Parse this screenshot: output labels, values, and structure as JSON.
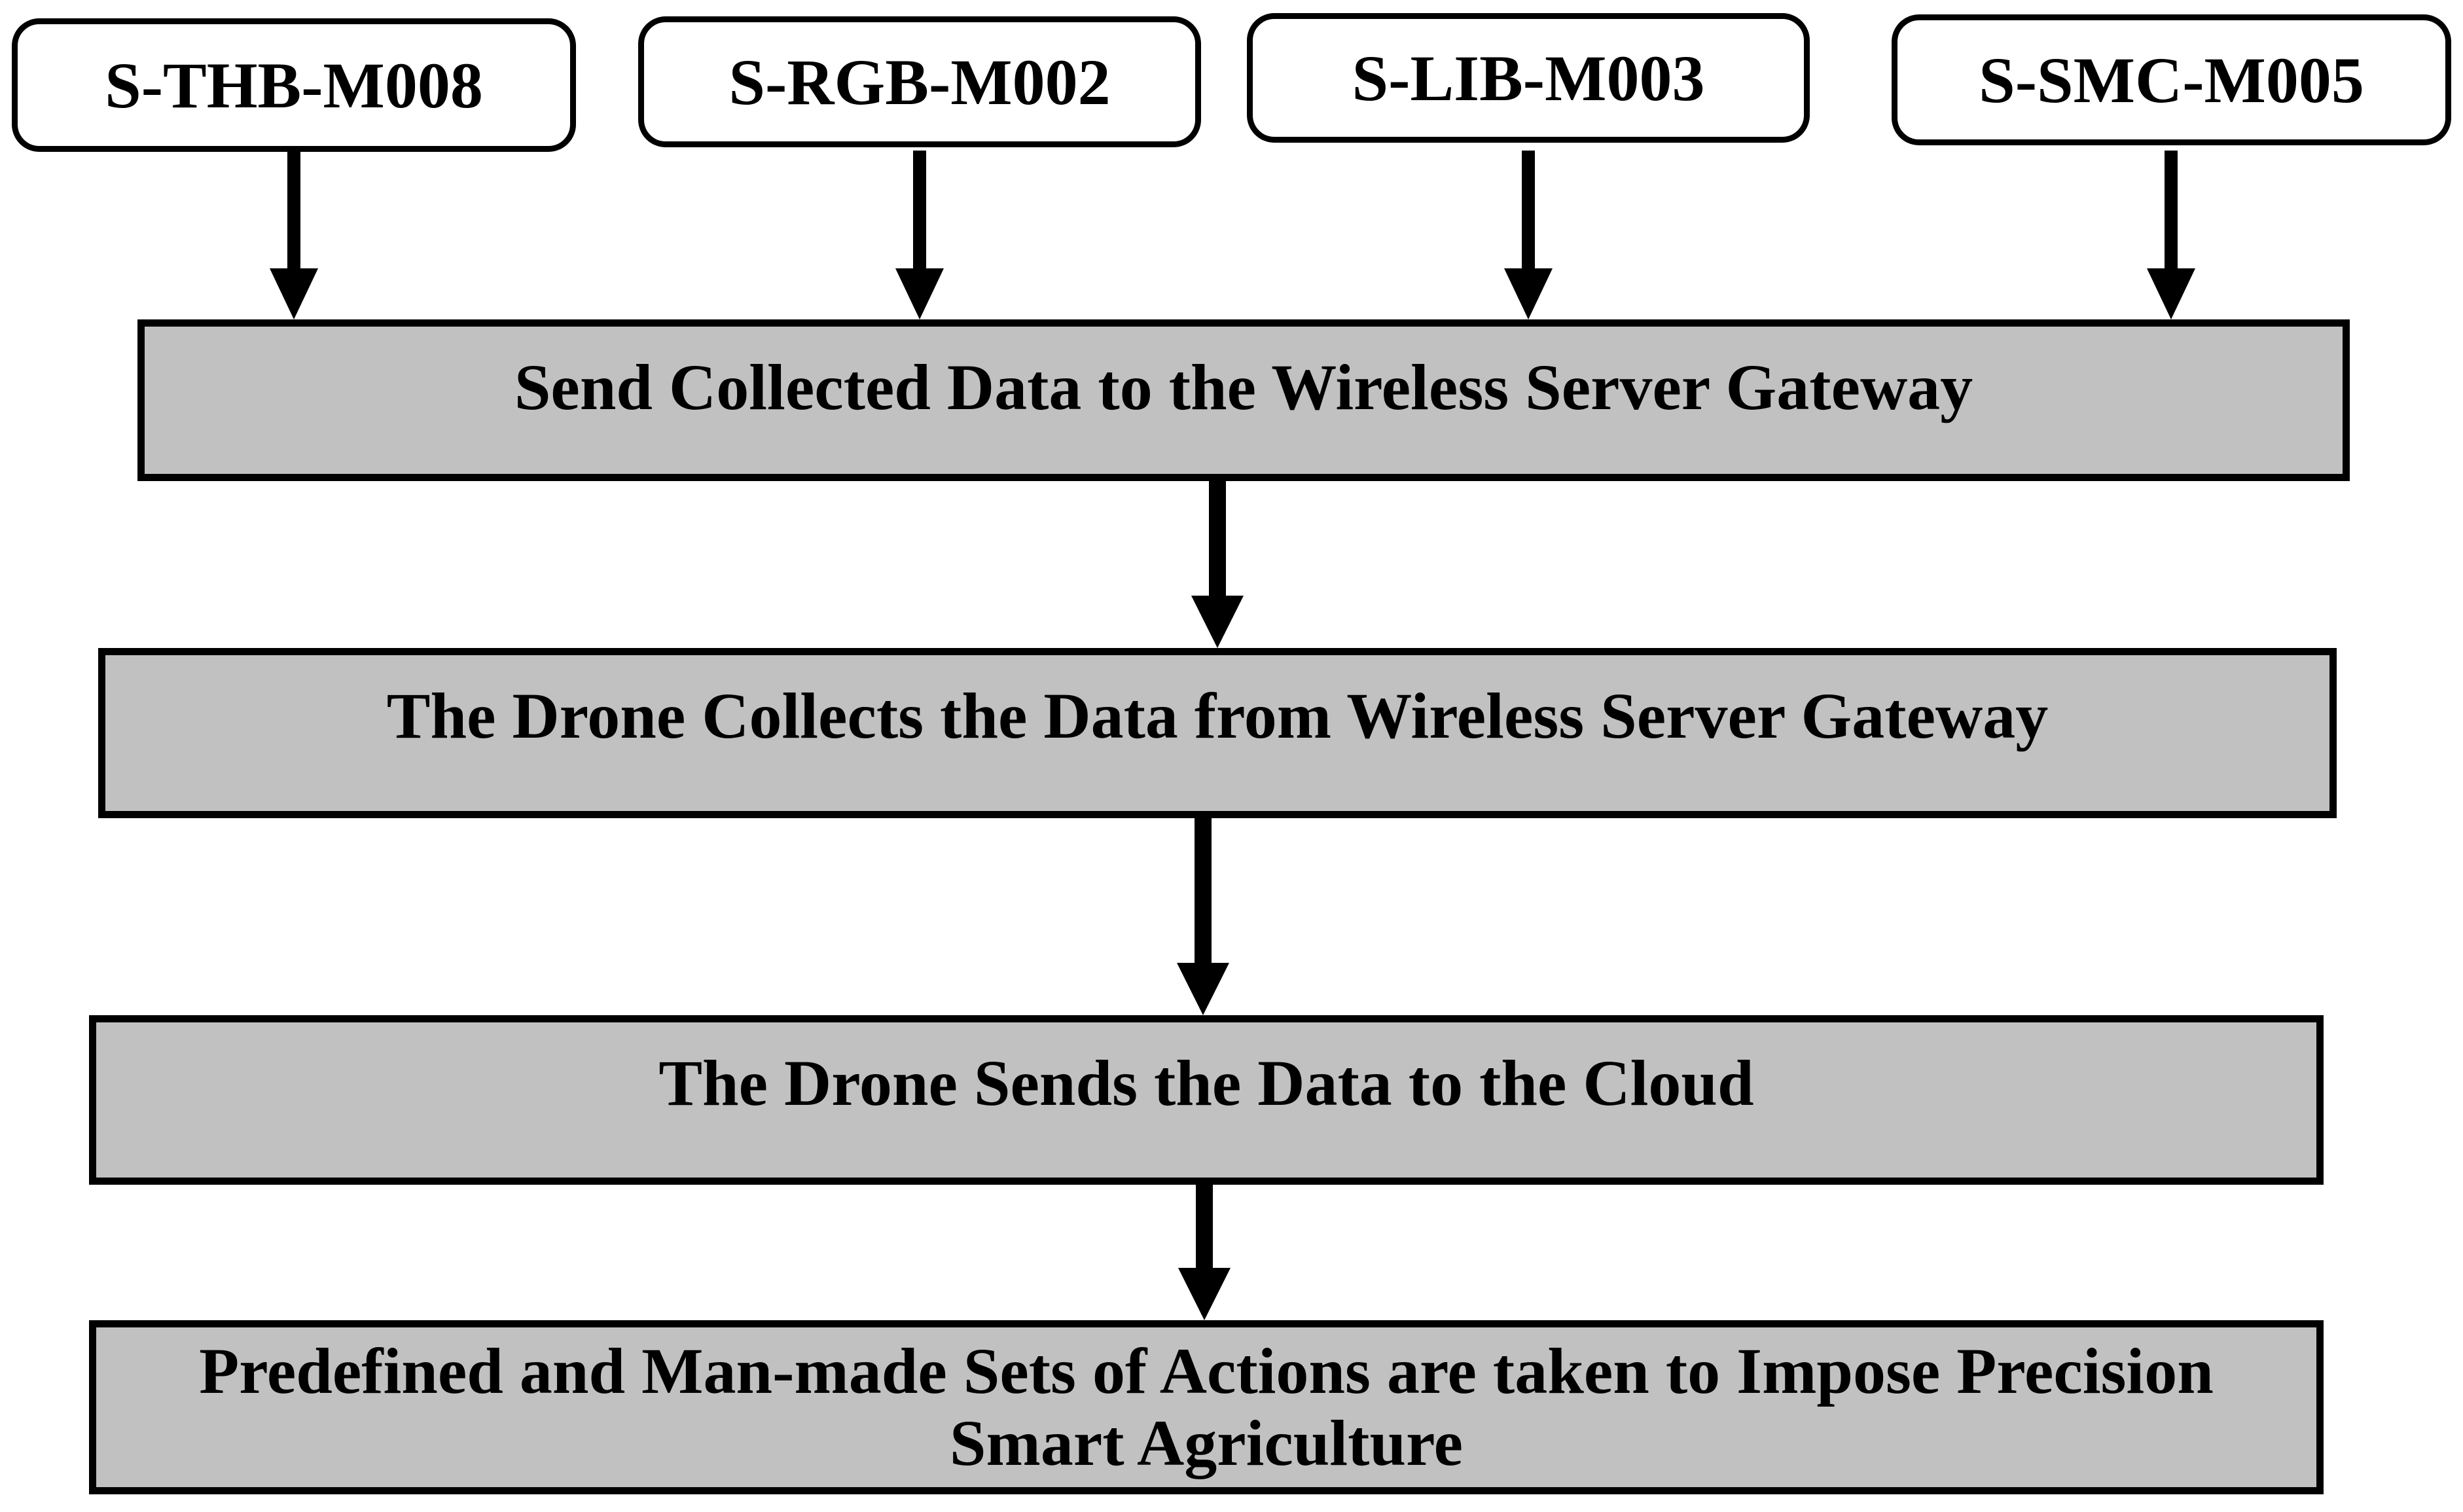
{
  "sensors": [
    {
      "label": "S-THB-M008"
    },
    {
      "label": "S-RGB-M002"
    },
    {
      "label": "S-LIB-M003"
    },
    {
      "label": "S-SMC-M005"
    }
  ],
  "steps": [
    {
      "label": "Send Collected Data to the Wireless Server Gateway"
    },
    {
      "label": "The Drone Collects the Data from Wireless Server Gateway"
    },
    {
      "label": "The Drone Sends the Data to the Cloud"
    },
    {
      "label": "Predefined and Man-made Sets of Actions are taken to Impose Precision Smart Agriculture"
    }
  ],
  "colors": {
    "step_fill": "#c1c1c1",
    "sensor_fill": "#ffffff",
    "outline": "#000000",
    "arrow": "#000000",
    "background": "#ffffff"
  }
}
